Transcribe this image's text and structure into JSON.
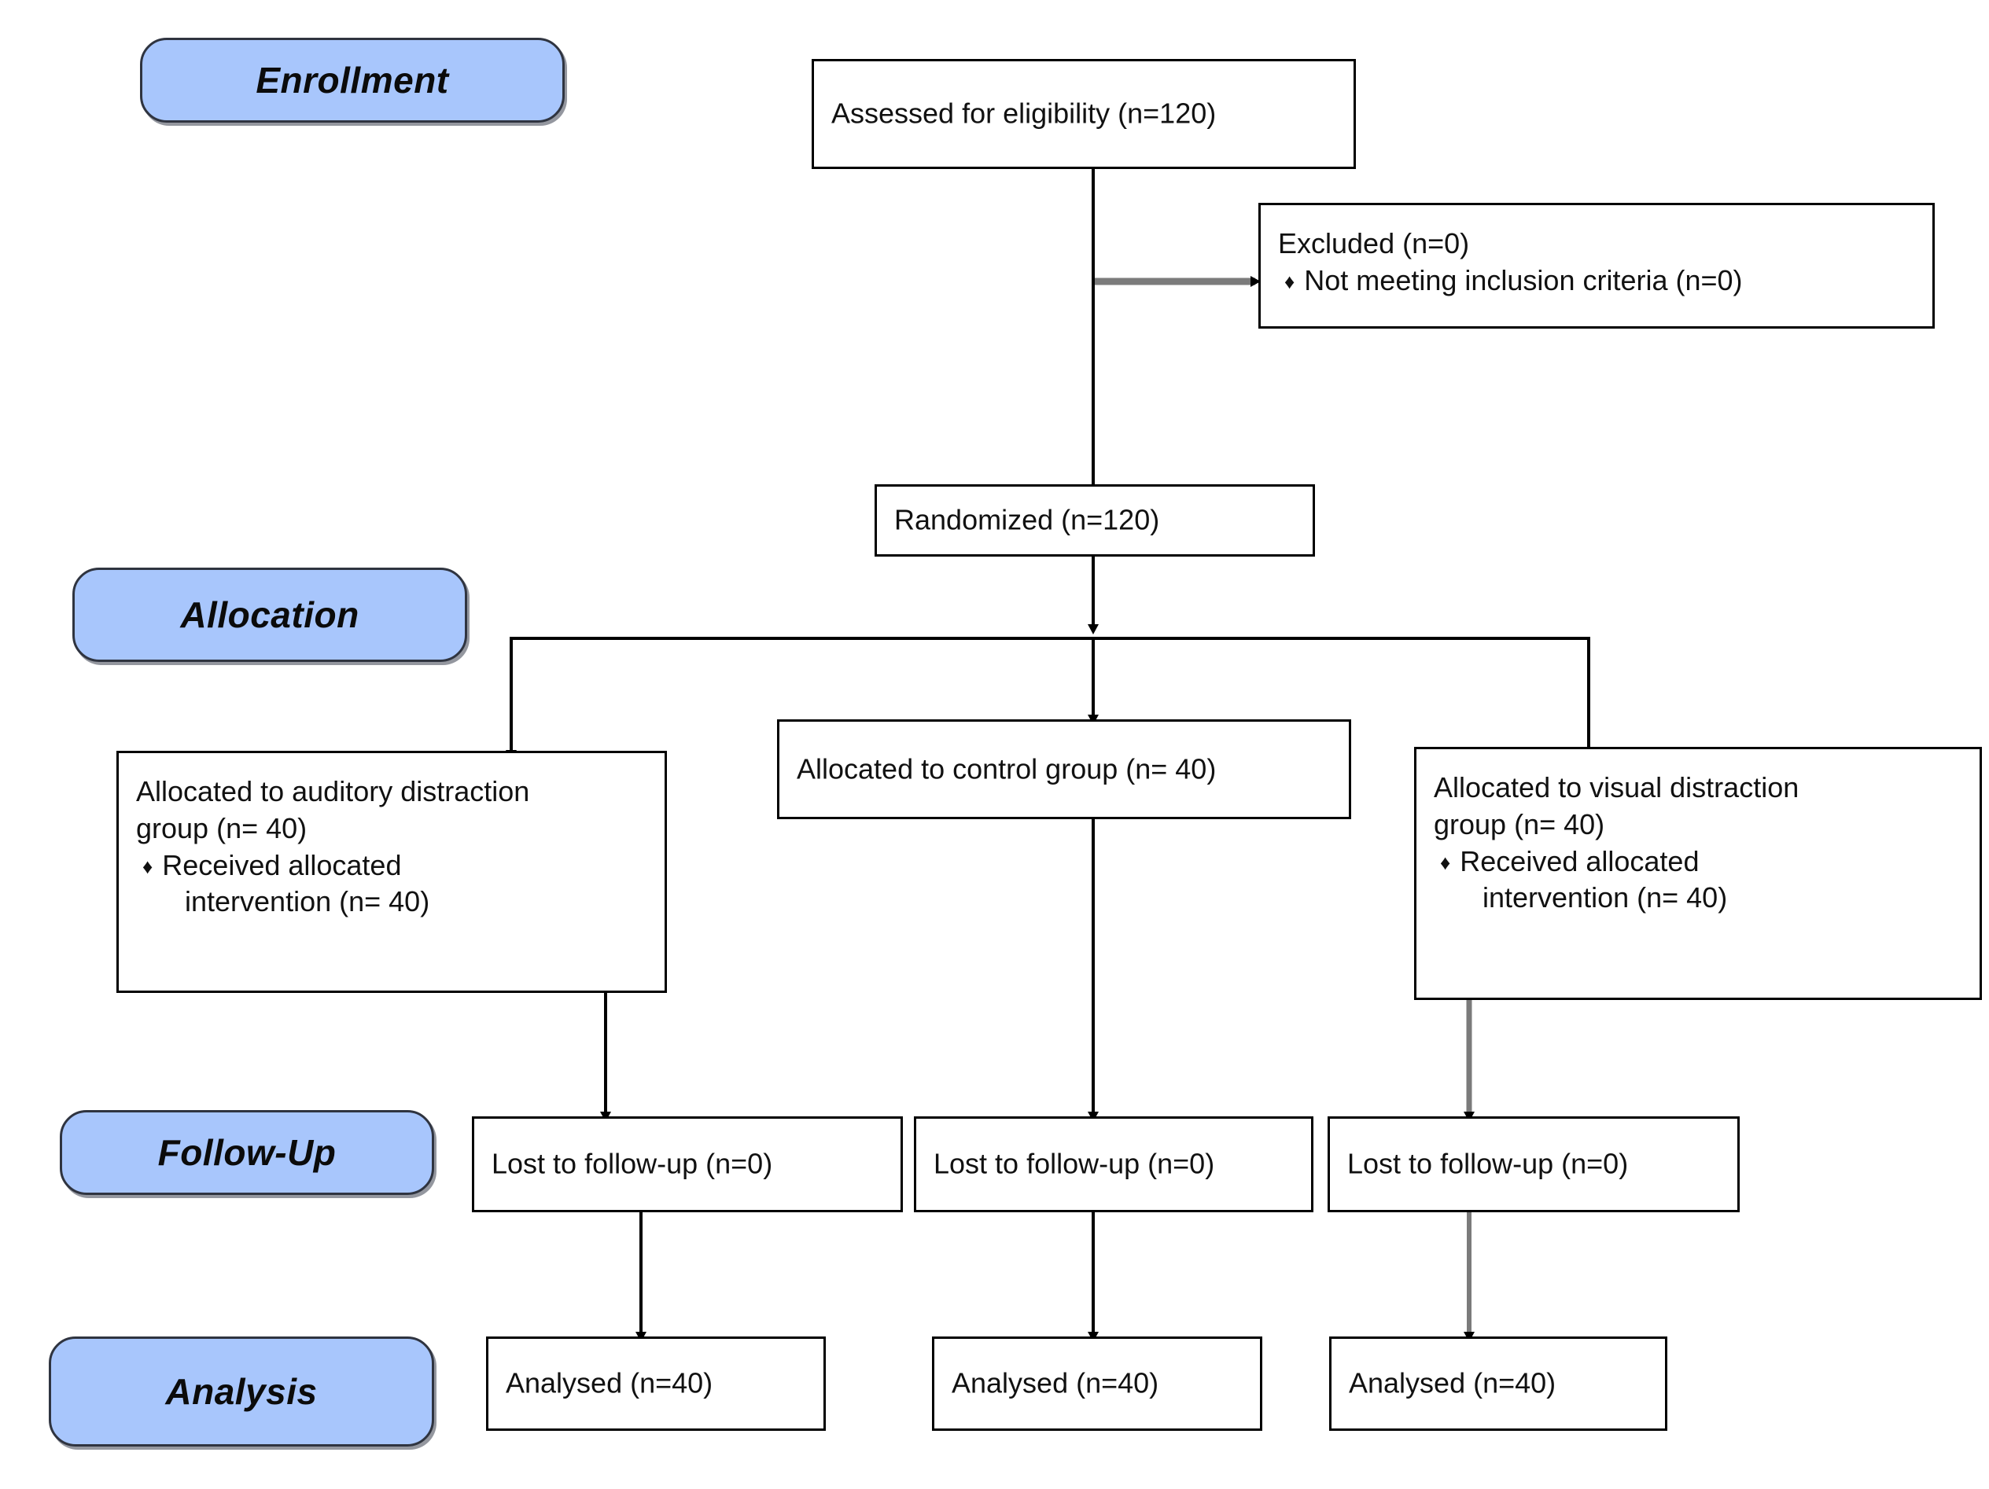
{
  "diagram": {
    "title": "CONSORT participant flow diagram",
    "background_color": "#ffffff",
    "pill_fill_color": "#a8c6fc",
    "pill_border_color": "#2f3440",
    "node_border_color": "#000000",
    "connector_black": "#000000",
    "connector_gray": "#808080"
  },
  "stages": [
    {
      "id": "enrollment",
      "label": "Enrollment"
    },
    {
      "id": "allocation",
      "label": "Allocation"
    },
    {
      "id": "followup",
      "label": "Follow-Up"
    },
    {
      "id": "analysis",
      "label": "Analysis"
    }
  ],
  "nodes": {
    "assessed": {
      "line1": "Assessed for eligibility (n=120)"
    },
    "excluded": {
      "line1": "Excluded (n=0)",
      "bullet_mark": "♦",
      "bullet1": "Not meeting inclusion criteria (n=0)"
    },
    "randomized": {
      "line1": "Randomized (n=120)"
    },
    "alloc_auditory": {
      "line1": "Allocated to auditory distraction",
      "line2": "group (n= 40)",
      "bullet_mark": "♦",
      "bullet1": "Received allocated",
      "bullet1_cont": "intervention (n= 40)"
    },
    "alloc_control": {
      "line1": "Allocated to control group (n= 40)"
    },
    "alloc_visual": {
      "line1": "Allocated to visual distraction",
      "line2": "group (n= 40)",
      "bullet_mark": "♦",
      "bullet1": "Received allocated",
      "bullet1_cont": "intervention (n= 40)"
    },
    "lost_left": {
      "line1": "Lost to follow-up (n=0)"
    },
    "lost_center": {
      "line1": "Lost to follow-up (n=0)"
    },
    "lost_right": {
      "line1": "Lost to follow-up (n=0)"
    },
    "analysed_left": {
      "line1": "Analysed (n=40)"
    },
    "analysed_center": {
      "line1": "Analysed (n=40)"
    },
    "analysed_right": {
      "line1": "Analysed (n=40)"
    }
  },
  "flow_summary": {
    "assessed_n": 120,
    "excluded_n": 0,
    "randomized_n": 120,
    "arms": [
      {
        "name": "auditory distraction",
        "allocated_n": 40,
        "received_n": 40,
        "lost_n": 0,
        "analysed_n": 40
      },
      {
        "name": "control",
        "allocated_n": 40,
        "received_n": 40,
        "lost_n": 0,
        "analysed_n": 40
      },
      {
        "name": "visual distraction",
        "allocated_n": 40,
        "received_n": 40,
        "lost_n": 0,
        "analysed_n": 40
      }
    ]
  }
}
